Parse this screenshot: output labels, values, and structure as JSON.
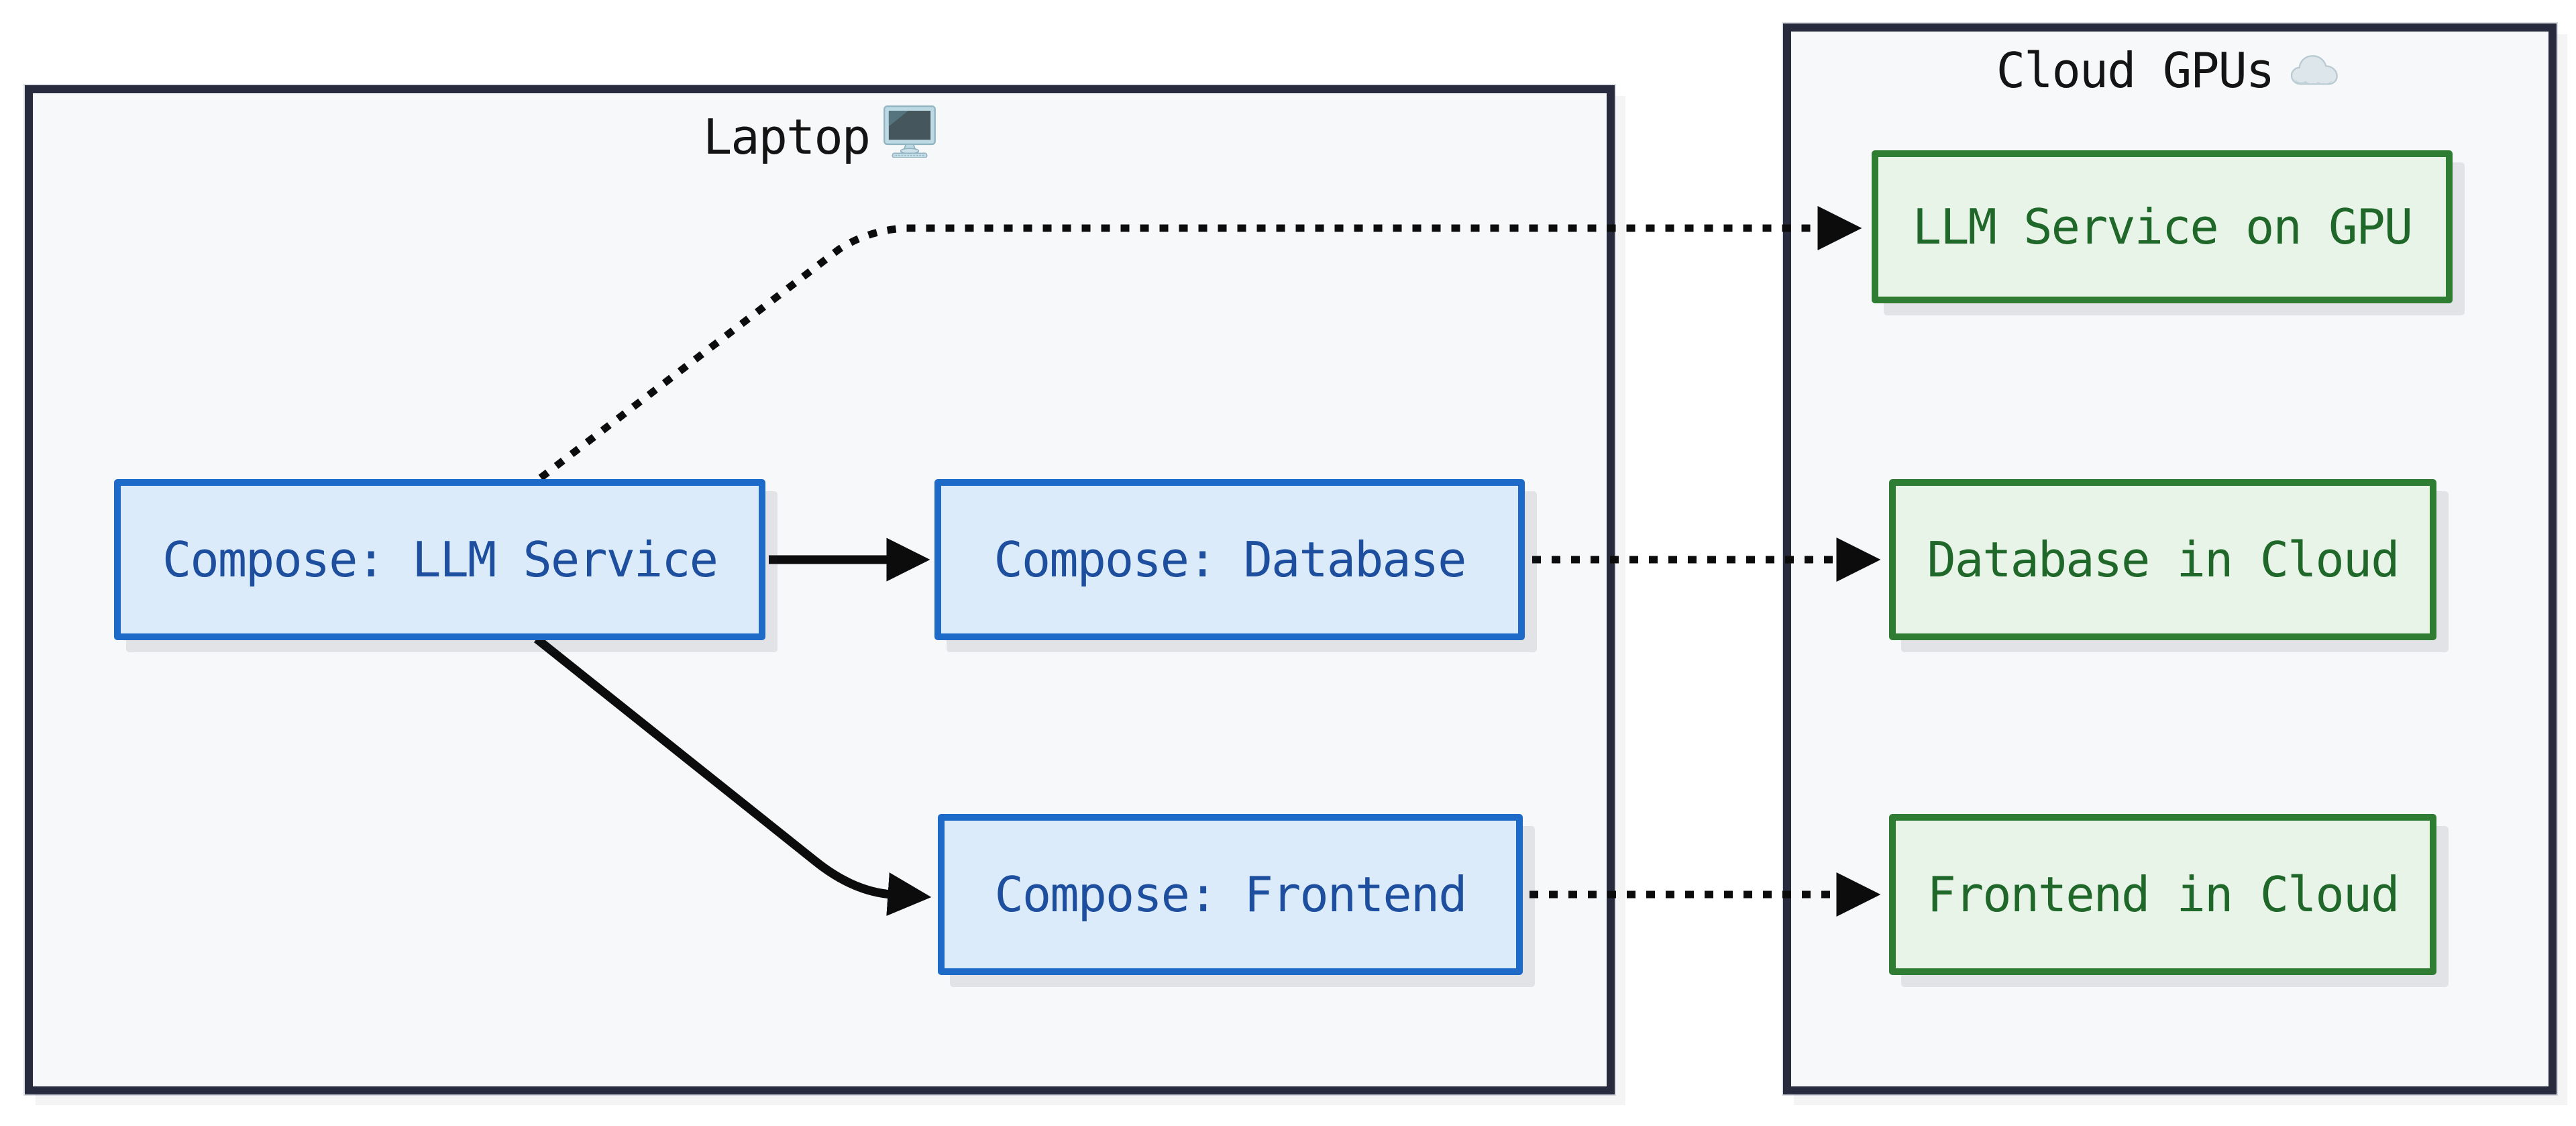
{
  "diagram": {
    "type": "flowchart",
    "background": "#ffffff",
    "containers": [
      {
        "id": "laptop",
        "title": "Laptop",
        "icon": "desktop-computer-icon"
      },
      {
        "id": "cloud-gpus",
        "title": "Cloud GPUs",
        "icon": "cloud-icon"
      }
    ],
    "nodes": [
      {
        "id": "compose-llm-service",
        "label": "Compose: LLM Service",
        "group": "Laptop",
        "variant": "local"
      },
      {
        "id": "compose-database",
        "label": "Compose: Database",
        "group": "Laptop",
        "variant": "local"
      },
      {
        "id": "compose-frontend",
        "label": "Compose: Frontend",
        "group": "Laptop",
        "variant": "local"
      },
      {
        "id": "llm-service-on-gpu",
        "label": "LLM Service on GPU",
        "group": "Cloud GPUs",
        "variant": "cloud"
      },
      {
        "id": "database-in-cloud",
        "label": "Database in Cloud",
        "group": "Cloud GPUs",
        "variant": "cloud"
      },
      {
        "id": "frontend-in-cloud",
        "label": "Frontend in Cloud",
        "group": "Cloud GPUs",
        "variant": "cloud"
      }
    ],
    "edges": [
      {
        "from": "compose-llm-service",
        "to": "compose-database",
        "style": "solid"
      },
      {
        "from": "compose-llm-service",
        "to": "compose-frontend",
        "style": "solid"
      },
      {
        "from": "compose-llm-service",
        "to": "llm-service-on-gpu",
        "style": "dotted"
      },
      {
        "from": "compose-database",
        "to": "database-in-cloud",
        "style": "dotted"
      },
      {
        "from": "compose-frontend",
        "to": "frontend-in-cloud",
        "style": "dotted"
      }
    ],
    "colors": {
      "local_fill": "#dcebfa",
      "local_border": "#1e6ac9",
      "local_text": "#1d4f9e",
      "cloud_fill": "#e9f4e9",
      "cloud_border": "#2e7d32",
      "cloud_text": "#20682a",
      "container_fill": "#f7f8fa",
      "container_border": "#272b3d",
      "edge_color": "#0c0c0c",
      "title_text": "#141414"
    }
  }
}
